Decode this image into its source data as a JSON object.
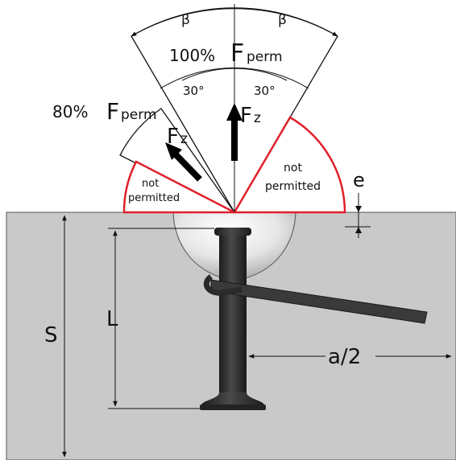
{
  "labels": {
    "beta_left": "β",
    "beta_right": "β",
    "full_pct": "100%",
    "full_F": "F",
    "full_sub": "perm",
    "reduced_pct": "80%",
    "reduced_F": "F",
    "reduced_sub": "perm",
    "angle_left": "30°",
    "angle_right": "30°",
    "fz_vertical_F": "F",
    "fz_vertical_sub": "z",
    "fz_inclined_F": "F",
    "fz_inclined_sub": "z",
    "not_permitted_left_1": "not",
    "not_permitted_left_2": "permitted",
    "not_permitted_right_1": "not",
    "not_permitted_right_2": "permitted",
    "dim_e": "e",
    "dim_S": "S",
    "dim_L": "L",
    "dim_a2": "a/2"
  },
  "colors": {
    "not_permitted_outline": "#e0202a",
    "ground": "#c9c9c9",
    "anchor": "#2e2e2e"
  },
  "icons": {
    "vertical_force": "arrow-up-icon",
    "inclined_force": "arrow-diagonal-icon"
  }
}
